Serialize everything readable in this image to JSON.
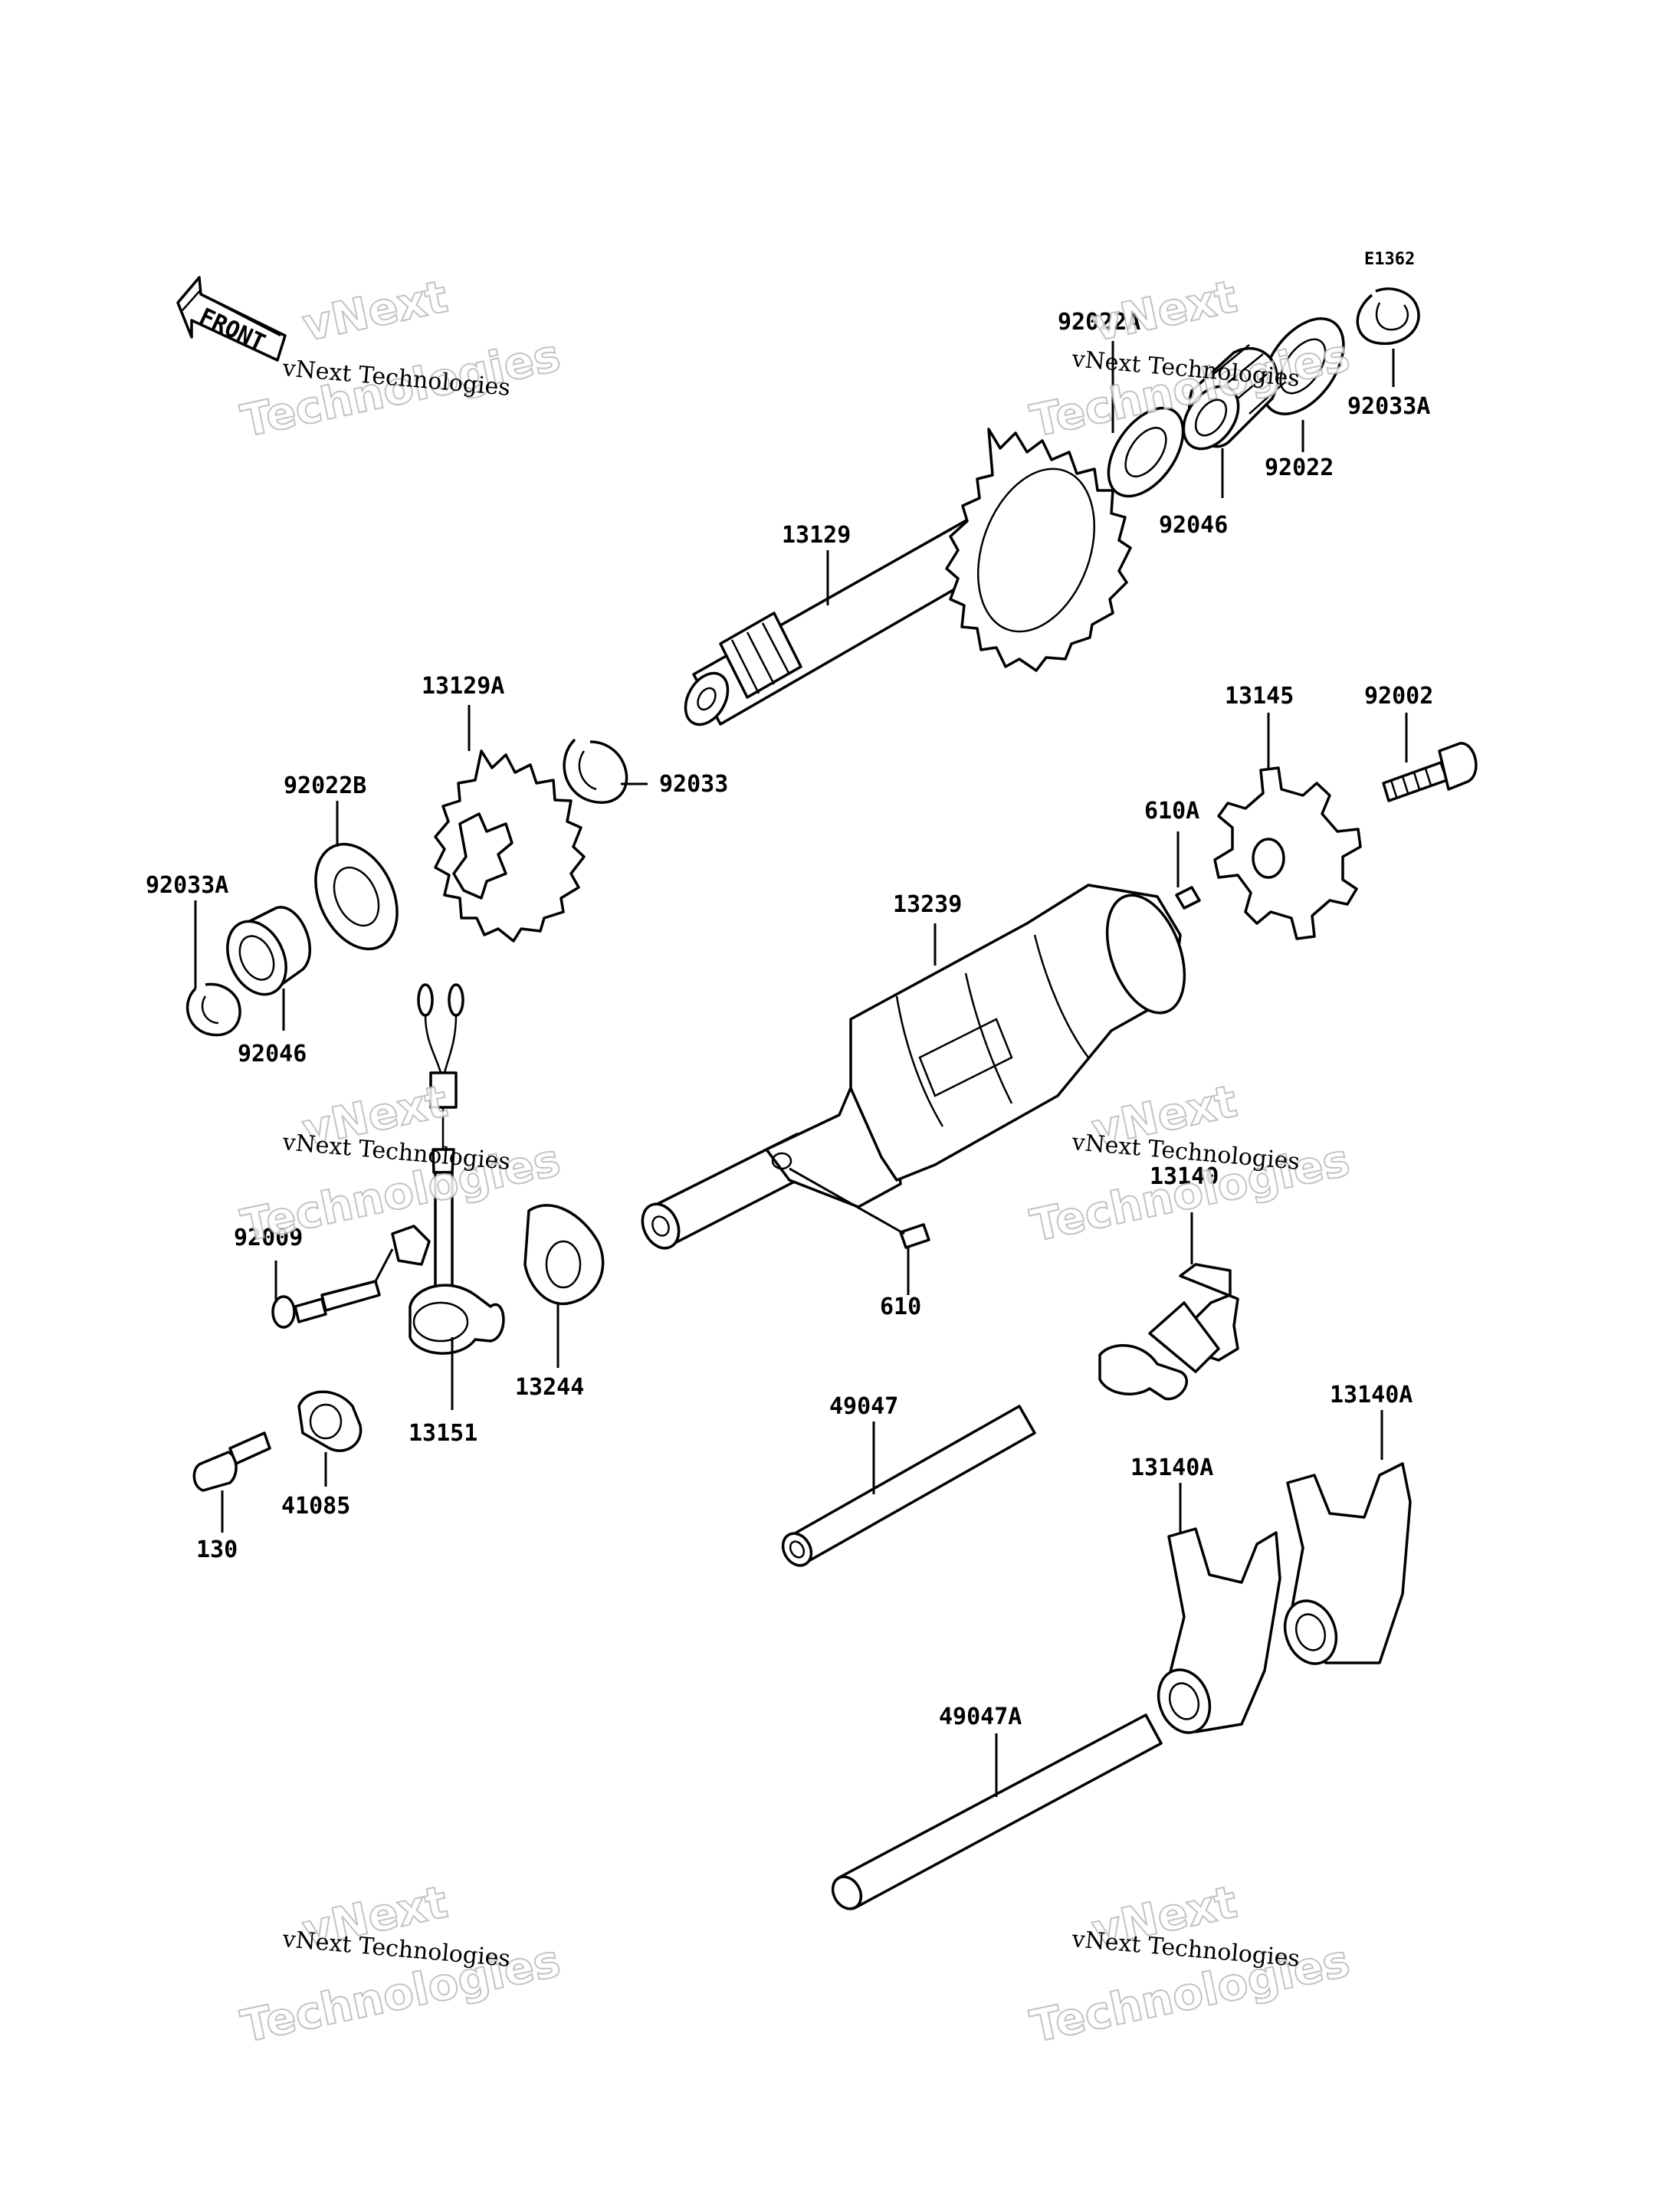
{
  "diagram_code": "E1362",
  "front_label": "FRONT",
  "watermarks": [
    {
      "line1": "vNext Technologies",
      "line2": "vNext",
      "line3": "Technologies"
    },
    {
      "line1": "vNext Technologies",
      "line2": "vNext",
      "line3": "Technologies"
    },
    {
      "line1": "vNext Technologies",
      "line2": "vNext",
      "line3": "Technologies"
    },
    {
      "line1": "vNext Technologies",
      "line2": "vNext",
      "line3": "Technologies"
    },
    {
      "line1": "vNext Technologies",
      "line2": "vNext",
      "line3": "Technologies"
    },
    {
      "line1": "vNext Technologies",
      "line2": "vNext",
      "line3": "Technologies"
    }
  ],
  "labels": {
    "p92033A_top": "92033A",
    "p92022A": "92022A",
    "p92022": "92022",
    "p92046_top": "92046",
    "p13129": "13129",
    "p13129A": "13129A",
    "p92033": "92033",
    "p92022B": "92022B",
    "p92033A_left": "92033A",
    "p92046_left": "92046",
    "p13145": "13145",
    "p92002": "92002",
    "p610A": "610A",
    "p13239": "13239",
    "p610": "610",
    "p13140": "13140",
    "p92009": "92009",
    "p13151": "13151",
    "p13244": "13244",
    "p41085": "41085",
    "p130": "130",
    "p49047": "49047",
    "p13140A_right": "13140A",
    "p13140A_mid": "13140A",
    "p49047A": "49047A"
  }
}
